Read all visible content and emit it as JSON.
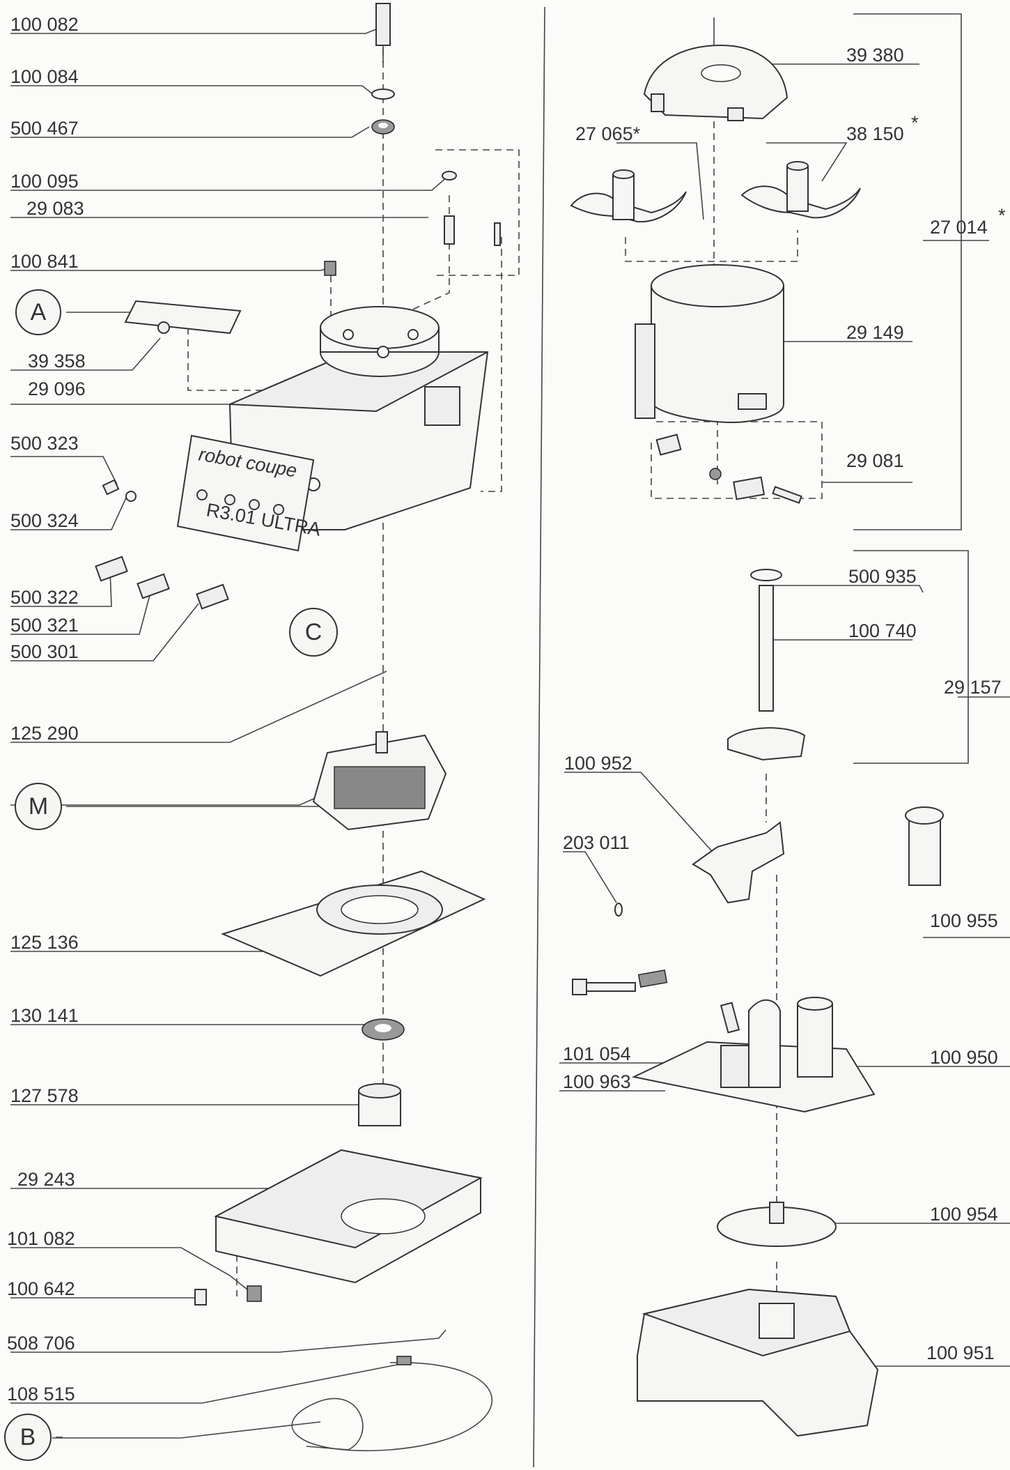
{
  "left_parts": [
    {
      "id": "p100082",
      "label": "100 082"
    },
    {
      "id": "p100084",
      "label": "100 084"
    },
    {
      "id": "p500467",
      "label": "500 467"
    },
    {
      "id": "p100095",
      "label": "100 095"
    },
    {
      "id": "p29083",
      "label": "29 083"
    },
    {
      "id": "p100841",
      "label": "100 841"
    },
    {
      "id": "p39358",
      "label": "39 358"
    },
    {
      "id": "p29096",
      "label": "29 096"
    },
    {
      "id": "p500323",
      "label": "500 323"
    },
    {
      "id": "p500324",
      "label": "500 324"
    },
    {
      "id": "p500322",
      "label": "500 322"
    },
    {
      "id": "p500321",
      "label": "500 321"
    },
    {
      "id": "p500301",
      "label": "500 301"
    },
    {
      "id": "p125290",
      "label": "125 290"
    },
    {
      "id": "p125136",
      "label": "125 136"
    },
    {
      "id": "p130141",
      "label": "130 141"
    },
    {
      "id": "p127578",
      "label": "127 578"
    },
    {
      "id": "p29243",
      "label": "29 243"
    },
    {
      "id": "p101082",
      "label": "101 082"
    },
    {
      "id": "p100642",
      "label": "100 642"
    },
    {
      "id": "p508706",
      "label": "508 706"
    },
    {
      "id": "p108515",
      "label": "108 515"
    }
  ],
  "right_parts": [
    {
      "id": "p39380",
      "label": "39 380"
    },
    {
      "id": "p27065",
      "label": "27 065*"
    },
    {
      "id": "p38150",
      "label": "38 150"
    },
    {
      "id": "p27014",
      "label": "27 014"
    },
    {
      "id": "p29149",
      "label": "29 149"
    },
    {
      "id": "p29081",
      "label": "29 081"
    },
    {
      "id": "p500935",
      "label": "500 935"
    },
    {
      "id": "p100740",
      "label": "100 740"
    },
    {
      "id": "p29157",
      "label": "29 157"
    },
    {
      "id": "p100952",
      "label": "100 952"
    },
    {
      "id": "p203011",
      "label": "203 011"
    },
    {
      "id": "p100955",
      "label": "100 955"
    },
    {
      "id": "p101054",
      "label": "101 054"
    },
    {
      "id": "p100963",
      "label": "100 963"
    },
    {
      "id": "p100950",
      "label": "100 950"
    },
    {
      "id": "p100954",
      "label": "100 954"
    },
    {
      "id": "p100951",
      "label": "100 951"
    }
  ],
  "asterisks": {
    "p38150": "*",
    "p27014": "*"
  },
  "callouts": [
    {
      "id": "A",
      "label": "A"
    },
    {
      "id": "C",
      "label": "C"
    },
    {
      "id": "M",
      "label": "M"
    },
    {
      "id": "B",
      "label": "B"
    }
  ],
  "panel": {
    "brand": "robot coupe",
    "model": "R3.01 ULTRA"
  }
}
